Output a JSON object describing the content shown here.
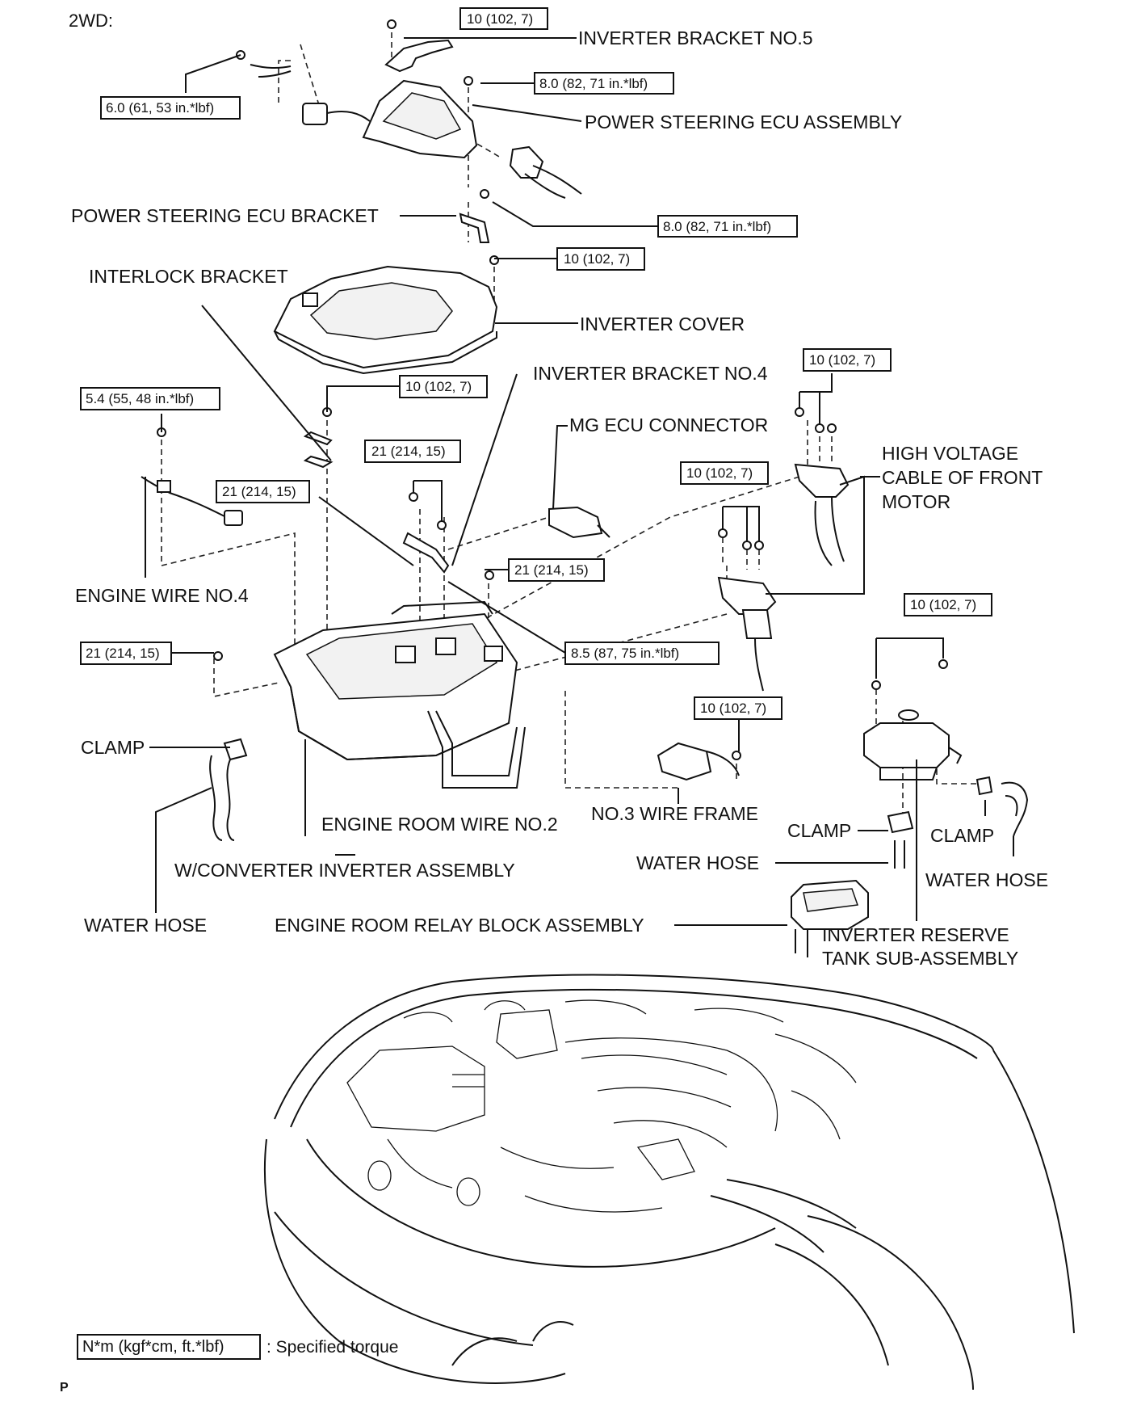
{
  "header": {
    "variant": "2WD:"
  },
  "labels": {
    "inverter_bracket_no5": "INVERTER BRACKET NO.5",
    "power_steering_ecu_assembly": "POWER STEERING ECU ASSEMBLY",
    "power_steering_ecu_bracket": "POWER STEERING ECU BRACKET",
    "interlock_bracket": "INTERLOCK BRACKET",
    "inverter_cover": "INVERTER COVER",
    "inverter_bracket_no4": "INVERTER BRACKET NO.4",
    "mg_ecu_connector": "MG ECU CONNECTOR",
    "hv_cable_line1": "HIGH VOLTAGE",
    "hv_cable_line2": "CABLE OF FRONT",
    "hv_cable_line3": "MOTOR",
    "engine_wire_no4": "ENGINE WIRE NO.4",
    "clamp_left": "CLAMP",
    "engine_room_wire_no2": "ENGINE ROOM WIRE NO.2",
    "no3_wire_frame": "NO.3 WIRE FRAME",
    "clamp_mid": "CLAMP",
    "clamp_right": "CLAMP",
    "water_hose_mid": "WATER HOSE",
    "water_hose_right": "WATER HOSE",
    "w_converter_inverter_assembly": "W/CONVERTER INVERTER ASSEMBLY",
    "water_hose_left": "WATER HOSE",
    "engine_room_relay_block_assembly": "ENGINE ROOM RELAY BLOCK ASSEMBLY",
    "inverter_reserve_tank_line1": "INVERTER RESERVE",
    "inverter_reserve_tank_line2": "TANK SUB-ASSEMBLY"
  },
  "torques": {
    "t_bracket5": "10 (102, 7)",
    "t_ecu_top": "8.0 (82, 71 in.*lbf)",
    "t_ground": "6.0 (61, 53 in.*lbf)",
    "t_ecu_bracket": "8.0 (82, 71 in.*lbf)",
    "t_cover": "10 (102, 7)",
    "t_hv_top": "10 (102, 7)",
    "t_interlock": "10 (102, 7)",
    "t_engine_wire": "5.4 (55, 48 in.*lbf)",
    "t_bracket4": "21 (214, 15)",
    "t_left_bolt": "21 (214, 15)",
    "t_hv_mid": "10 (102, 7)",
    "t_right_bolt": "21 (214, 15)",
    "t_side_bolt": "21 (214, 15)",
    "t_terminal": "8.5 (87, 75 in.*lbf)",
    "t_tank": "10 (102, 7)",
    "t_wire_frame": "10 (102, 7)"
  },
  "legend": {
    "unit_box": "N*m (kgf*cm, ft.*lbf)",
    "text": ": Specified torque"
  },
  "footer": {
    "code": "P"
  }
}
